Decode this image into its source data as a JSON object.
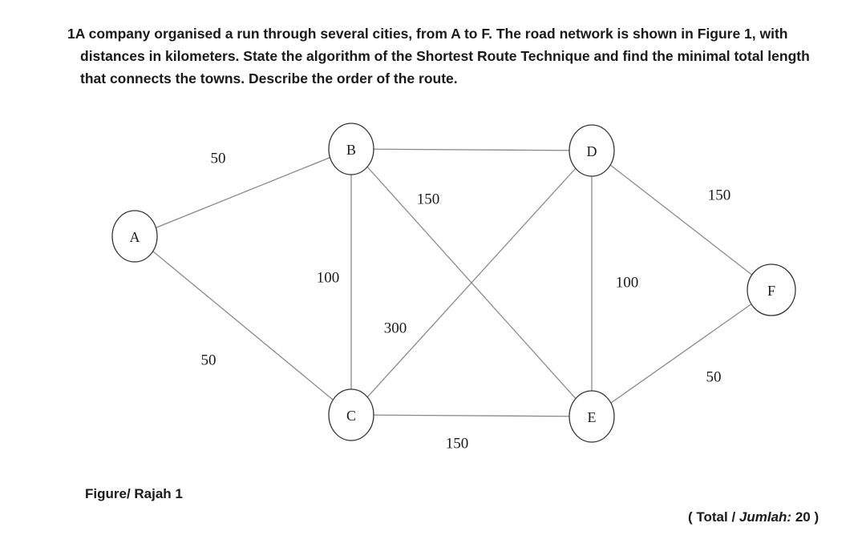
{
  "question": {
    "lines": [
      "1A company organised a run through several cities, from A to F. The road network is shown in Figure 1, with",
      "distances in kilometers. State the algorithm of the Shortest Route Technique and find the minimal total length",
      "that connects the towns. Describe the order of the route."
    ]
  },
  "graph": {
    "nodes": [
      {
        "id": "A",
        "label": "A"
      },
      {
        "id": "B",
        "label": "B"
      },
      {
        "id": "C",
        "label": "C"
      },
      {
        "id": "D",
        "label": "D"
      },
      {
        "id": "E",
        "label": "E"
      },
      {
        "id": "F",
        "label": "F"
      }
    ],
    "edges": [
      {
        "from": "A",
        "to": "B",
        "weight": "50"
      },
      {
        "from": "A",
        "to": "C",
        "weight": "50"
      },
      {
        "from": "B",
        "to": "D",
        "weight": ""
      },
      {
        "from": "B",
        "to": "C",
        "weight": "100"
      },
      {
        "from": "B",
        "to": "E",
        "weight": "150"
      },
      {
        "from": "C",
        "to": "D",
        "weight": "300"
      },
      {
        "from": "C",
        "to": "E",
        "weight": "150"
      },
      {
        "from": "D",
        "to": "E",
        "weight": "100"
      },
      {
        "from": "D",
        "to": "F",
        "weight": "150"
      },
      {
        "from": "E",
        "to": "F",
        "weight": "50"
      }
    ]
  },
  "caption": "Figure/ Rajah 1",
  "total": {
    "open": "( Total / ",
    "word": "Jumlah:",
    "value": " 20 )"
  }
}
